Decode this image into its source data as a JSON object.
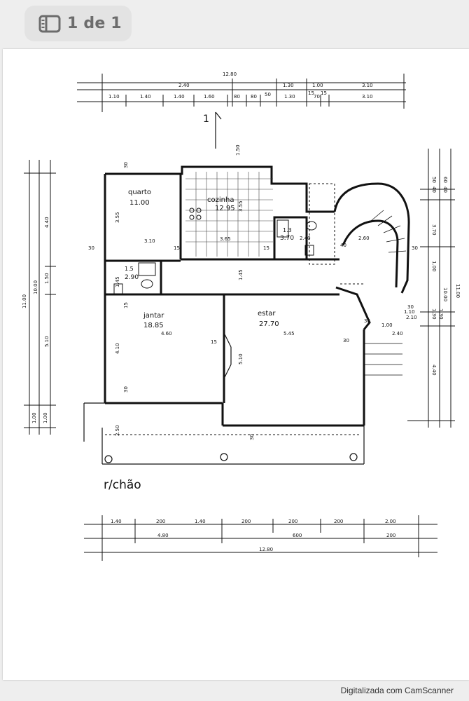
{
  "viewer": {
    "page_indicator": "1 de 1"
  },
  "plan": {
    "floor_label": "r/chão",
    "section_marker": "1",
    "rooms": [
      {
        "name": "quarto",
        "area": "11.00"
      },
      {
        "name": "cozinha",
        "area": "12.95"
      },
      {
        "name": "1.5",
        "area": "2.90"
      },
      {
        "name": "1.3",
        "area": "3.70"
      },
      {
        "name": "jantar",
        "area": "18.85"
      },
      {
        "name": "estar",
        "area": "27.70"
      }
    ],
    "top_dimensions": {
      "overall": "12.80",
      "row1": [
        "2.40",
        "1.30",
        "1.00",
        "3.10"
      ],
      "row2": [
        "1.10",
        "1.40",
        "1.40",
        "1.60",
        "80",
        "80",
        "50",
        "1.30",
        "15",
        "70",
        "15",
        "3.10"
      ]
    },
    "bottom_dimensions": {
      "row1": [
        "1.40",
        "200",
        "1.40",
        "200",
        "200",
        "200",
        "2.00"
      ],
      "row2": [
        "4.80",
        "600",
        "200"
      ],
      "overall": "12.80"
    },
    "left_dimensions": [
      "11.00",
      "10.00",
      "4.40",
      "1.50",
      "5.10",
      "1.00",
      "1.00"
    ],
    "right_dimensions": [
      "11.00",
      "10.00",
      "3.70",
      "1.30",
      "1.30",
      "4.40",
      "1.00",
      "50",
      "60",
      "40",
      "40"
    ],
    "interior_dimensions": [
      "3.10",
      "3.65",
      "15",
      "15",
      "2.40",
      "2.60",
      "30",
      "30",
      "1.45",
      "15",
      "4.60",
      "5.45",
      "4.10",
      "5.10",
      "15",
      "30",
      "30",
      "2.50",
      "30",
      "3.55",
      "3.55",
      "1.50",
      "30",
      "1.45",
      "2.40",
      "1.00",
      "2.10",
      "1.10",
      "30",
      "40",
      "36"
    ]
  },
  "footer": {
    "scanner_credit": "Digitalizada com CamScanner"
  }
}
